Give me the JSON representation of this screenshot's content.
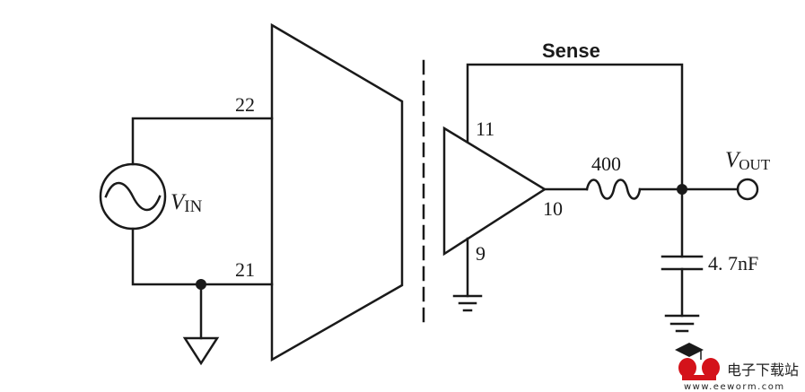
{
  "pins": {
    "in_top": "22",
    "in_bottom": "21",
    "sense": "11",
    "ground": "9",
    "output": "10"
  },
  "labels": {
    "vin_v": "V",
    "vin_sub": "IN",
    "vout_v": "V",
    "vout_sub": "OUT",
    "sense": "Sense",
    "resistor": "400",
    "capacitor": "4. 7nF"
  },
  "watermark": {
    "site_cn": "电子下载站",
    "site_url": "www.eeworm.com"
  },
  "colors": {
    "line": "#1a1a1a",
    "background": "#ffffff",
    "watermark_red": "#d4121a",
    "watermark_text": "#222222"
  }
}
